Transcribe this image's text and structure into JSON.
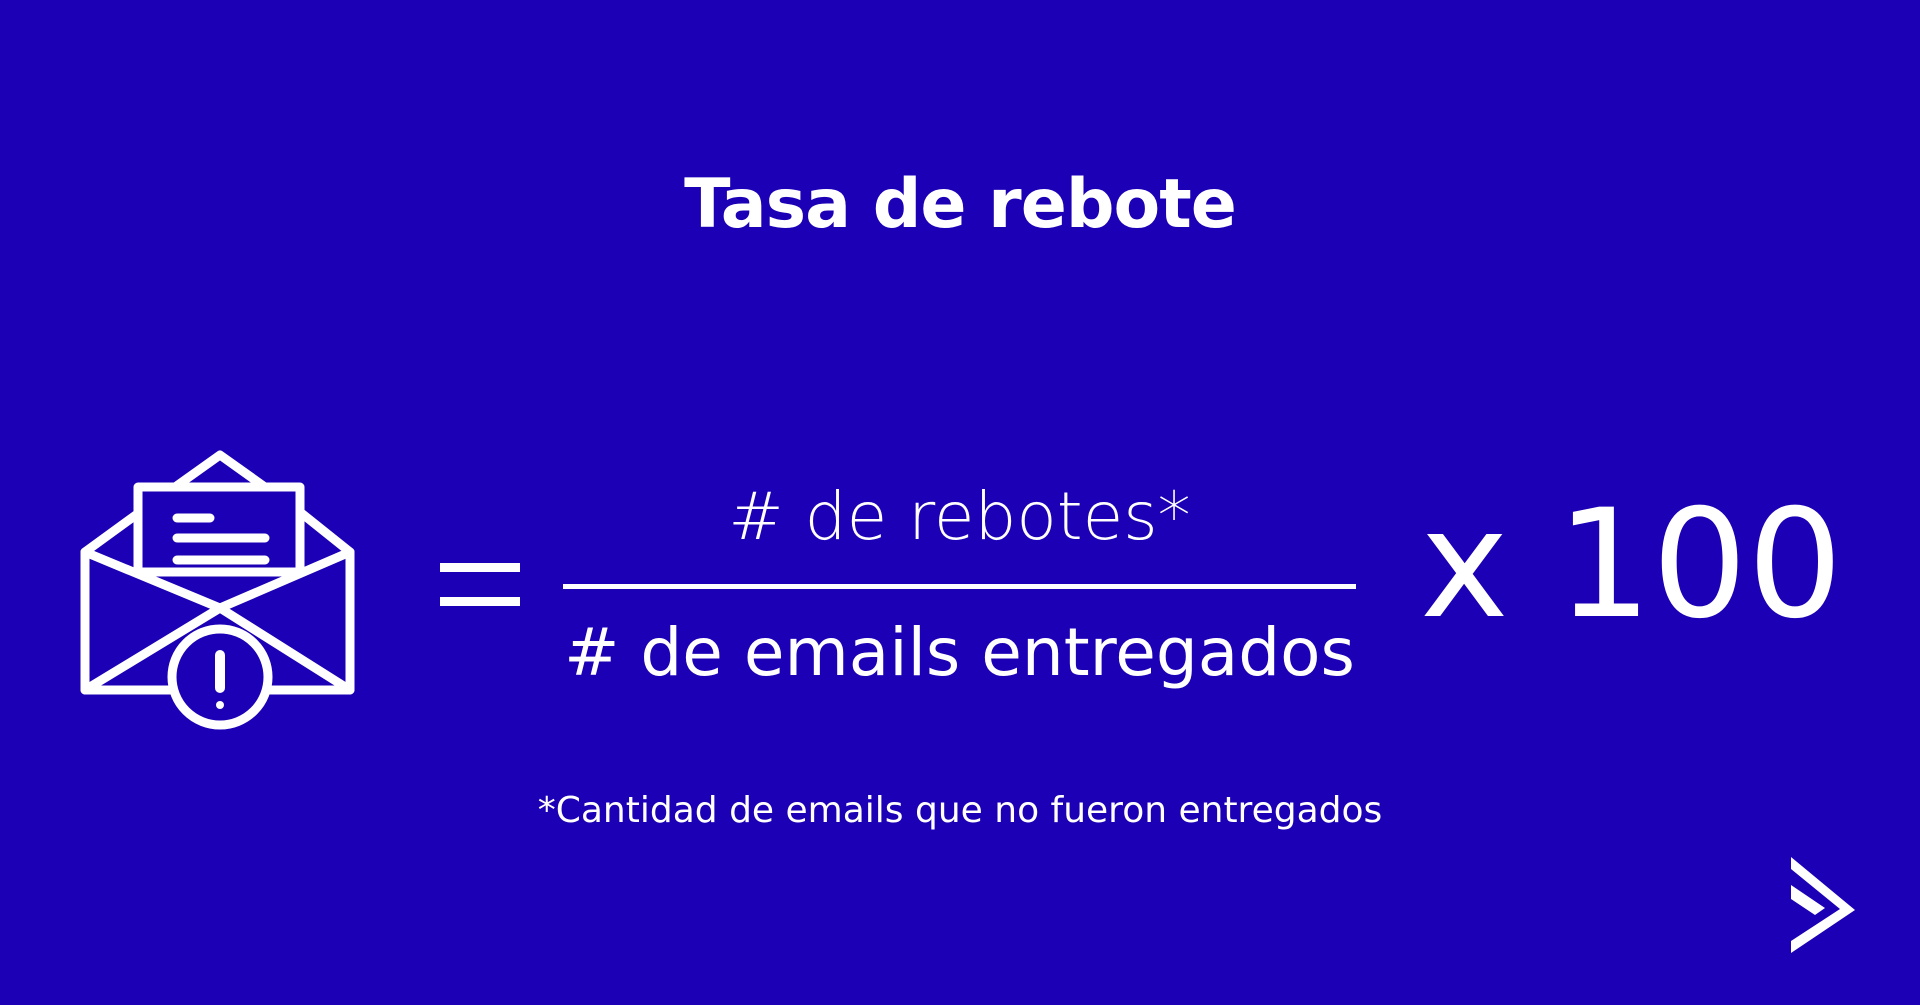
{
  "title": "Tasa de rebote",
  "icon": "envelope-warning-icon",
  "formula": {
    "numerator": "# de rebotes*",
    "denominator": "# de emails entregados",
    "multiplier": "x 100"
  },
  "footnote": "*Cantidad de emails que no fueron entregados",
  "colors": {
    "background": "#1c00b5",
    "foreground": "#ffffff"
  }
}
